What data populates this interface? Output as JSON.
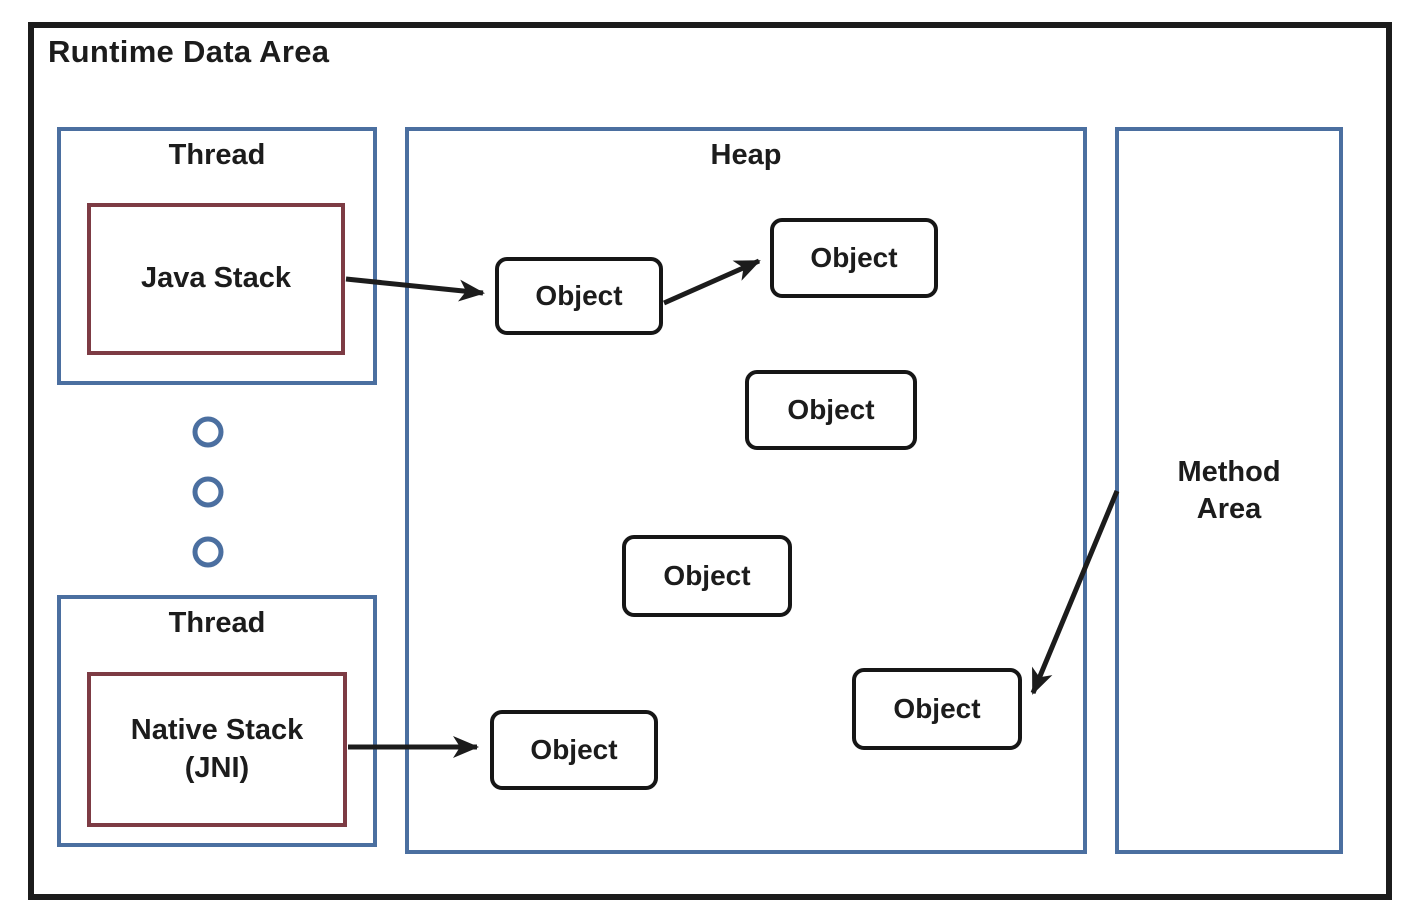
{
  "colors": {
    "ink": "#1c1c1c",
    "accent_blue": "#4b6fa0",
    "accent_maroon": "#7d3b44",
    "background": "#ffffff"
  },
  "diagram": {
    "title": "Runtime Data Area",
    "thread_top": {
      "label": "Thread",
      "stack_label": "Java Stack"
    },
    "thread_bottom": {
      "label": "Thread",
      "stack_line1": "Native Stack",
      "stack_line2": "(JNI)"
    },
    "ellipsis_count": 3,
    "heap": {
      "label": "Heap",
      "objects": [
        {
          "label": "Object"
        },
        {
          "label": "Object"
        },
        {
          "label": "Object"
        },
        {
          "label": "Object"
        },
        {
          "label": "Object"
        },
        {
          "label": "Object"
        }
      ]
    },
    "method_area": {
      "line1": "Method",
      "line2": "Area"
    },
    "arrows": [
      {
        "from": "Java Stack",
        "to": "Object (heap, upper left)"
      },
      {
        "from": "Object (heap, upper left)",
        "to": "Object (heap, upper right)"
      },
      {
        "from": "Native Stack (JNI)",
        "to": "Object (heap, lower left)"
      },
      {
        "from": "Method Area",
        "to": "Object (heap, lower right)"
      }
    ]
  }
}
